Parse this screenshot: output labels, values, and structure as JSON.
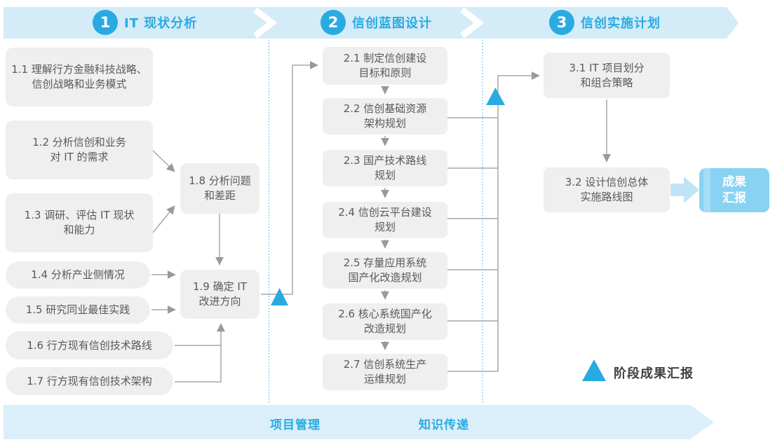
{
  "colors": {
    "accent": "#29abe2",
    "banner_top_fill": "#d4ebf8",
    "banner_bottom_fill": "#dbeffa",
    "box_fill": "#efefef",
    "box_text": "#58595b",
    "connector": "#a5a7aa",
    "result_fill": "#8ad2f3",
    "fat_arrow_fill": "#bfe4f8",
    "legend_text": "#414042"
  },
  "phases": [
    {
      "number": "1",
      "label": "IT 现状分析"
    },
    {
      "number": "2",
      "label": "信创蓝图设计"
    },
    {
      "number": "3",
      "label": "信创实施计划"
    }
  ],
  "nodes": {
    "n1_1": "1.1 理解行方金融科技战略、\n信创战略和业务模式",
    "n1_2": "1.2 分析信创和业务\n对 IT 的需求",
    "n1_3": "1.3 调研、评估 IT 现状\n和能力",
    "n1_4": "1.4 分析产业侧情况",
    "n1_5": "1.5 研究同业最佳实践",
    "n1_6": "1.6 行方现有信创技术路线",
    "n1_7": "1.7 行方现有信创技术架构",
    "n1_8": "1.8 分析问题\n和差距",
    "n1_9": "1.9 确定 IT\n改进方向",
    "n2_1": "2.1 制定信创建设\n目标和原则",
    "n2_2": "2.2 信创基础资源\n架构规划",
    "n2_3": "2.3 国产技术路线\n规划",
    "n2_4": "2.4 信创云平台建设\n规划",
    "n2_5": "2.5 存量应用系统\n国产化改造规划",
    "n2_6": "2.6 核心系统国产化\n改造规划",
    "n2_7": "2.7 信创系统生产\n运维规划",
    "n3_1": "3.1 IT 项目划分\n和组合策略",
    "n3_2": "3.2 设计信创总体\n实施路线图"
  },
  "result_box": "成果\n汇报",
  "legend": "阶段成果汇报",
  "footer": {
    "left_label": "项目管理",
    "right_label": "知识传递"
  }
}
